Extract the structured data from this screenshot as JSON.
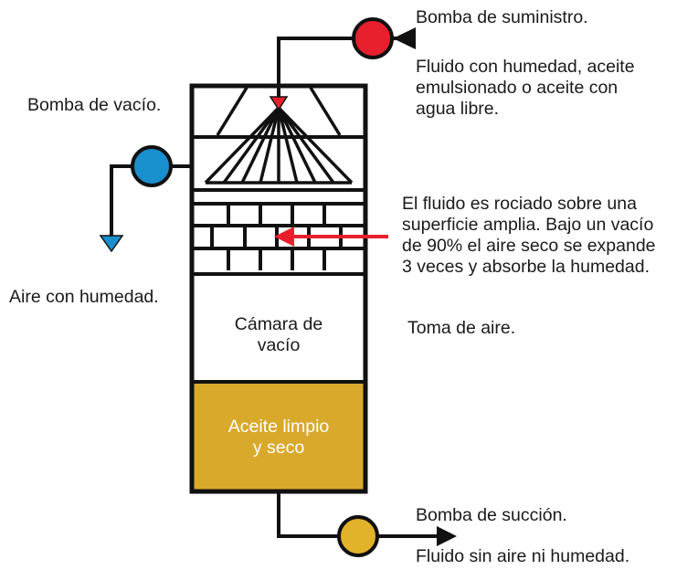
{
  "colors": {
    "supply_pump": "#e8202e",
    "vacuum_pump": "#1a8fce",
    "suction_pump": "#e2b22a",
    "clean_oil": "#d9a92c",
    "arrow_red": "#e8202e",
    "outlet_blue": "#1a8fce",
    "stroke": "#111111"
  },
  "labels": {
    "supply_pump": "Bomba de suministro.",
    "supply_fluid": "Fluido con humedad, aceite\nemulsionado o aceite con\nagua libre.",
    "vacuum_pump": "Bomba de vacío.",
    "spray_description": "El fluido es rociado sobre una\nsuperficie amplia. Bajo un vacío\nde 90% el aire seco se expande\n3 veces y absorbe la humedad.",
    "humid_air": "Aire con humedad.",
    "vacuum_chamber": "Cámara de\nvacío",
    "air_intake": "Toma de aire.",
    "clean_oil": "Aceite limpio\ny seco",
    "suction_pump": "Bomba de succión.",
    "output_fluid": "Fluido sin aire ni humedad."
  }
}
